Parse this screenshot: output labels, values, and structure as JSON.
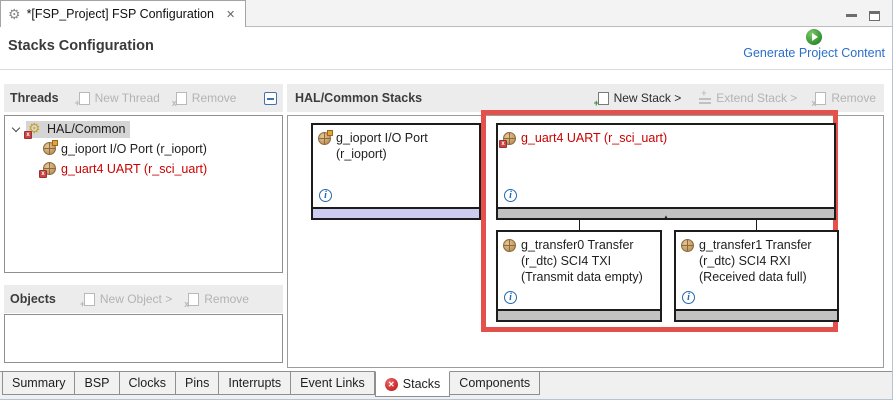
{
  "editor": {
    "tab_title": "*[FSP_Project] FSP Configuration",
    "page_title": "Stacks Configuration",
    "generate_link": "Generate Project Content"
  },
  "threads_panel": {
    "title": "Threads",
    "new_thread_label": "New Thread",
    "remove_label": "Remove",
    "tree": [
      {
        "label": "HAL/Common"
      },
      {
        "label": "g_ioport I/O Port (r_ioport)"
      },
      {
        "label": "g_uart4 UART (r_sci_uart)"
      }
    ]
  },
  "objects_panel": {
    "title": "Objects",
    "new_object_label": "New Object >",
    "remove_label": "Remove"
  },
  "stacks_panel": {
    "title": "HAL/Common Stacks",
    "new_stack_label": "New Stack >",
    "extend_stack_label": "Extend Stack >",
    "remove_label": "Remove",
    "nodes": {
      "ioport": {
        "title": "g_ioport I/O Port (r_ioport)"
      },
      "uart": {
        "title": "g_uart4 UART (r_sci_uart)"
      },
      "transfer0": {
        "title": "g_transfer0 Transfer (r_dtc) SCI4 TXI (Transmit data empty)"
      },
      "transfer1": {
        "title": "g_transfer1 Transfer (r_dtc) SCI4 RXI (Received data full)"
      }
    }
  },
  "bottom_tabs": [
    {
      "label": "Summary"
    },
    {
      "label": "BSP"
    },
    {
      "label": "Clocks"
    },
    {
      "label": "Pins"
    },
    {
      "label": "Interrupts"
    },
    {
      "label": "Event Links"
    },
    {
      "label": "Stacks"
    },
    {
      "label": "Components"
    }
  ],
  "icons": {
    "gear": "⚙",
    "close": "✕",
    "info": "i",
    "triangle_up": "▲",
    "error_cross": "✕",
    "badge_cross": "x",
    "badge_plus": "+"
  },
  "colors": {
    "highlight_red": "#e4504c",
    "error_text_red": "#cc0000",
    "link_blue": "#2a6fc9",
    "strip_selected_lavender": "#ccccf0",
    "strip_gray": "#c2c2c2"
  }
}
